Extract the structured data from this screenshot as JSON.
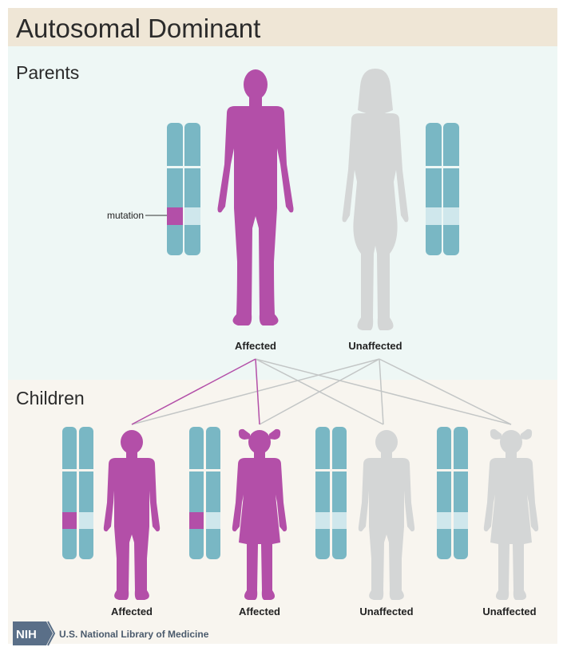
{
  "title": "Autosomal Dominant",
  "sections": {
    "parents": "Parents",
    "children": "Children"
  },
  "mutation_label": "mutation",
  "parents": [
    {
      "status": "Affected",
      "figure": "man",
      "has_mutation": true
    },
    {
      "status": "Unaffected",
      "figure": "woman",
      "has_mutation": false
    }
  ],
  "children": [
    {
      "status": "Affected",
      "figure": "boy",
      "has_mutation": true
    },
    {
      "status": "Affected",
      "figure": "girl",
      "has_mutation": true
    },
    {
      "status": "Unaffected",
      "figure": "boy",
      "has_mutation": false
    },
    {
      "status": "Unaffected",
      "figure": "girl",
      "has_mutation": false
    }
  ],
  "footer": {
    "logo": "NIH",
    "org": "U.S. National Library of Medicine"
  },
  "colors": {
    "title_band": "#efe6d6",
    "parents_bg": "#eef7f5",
    "children_bg": "#f8f5ef",
    "affected": "#b34fa8",
    "unaffected": "#d4d6d6",
    "chromosome": "#79b7c4",
    "chromosome_band": "#cfe7ec",
    "gray_line": "#c3c6c6"
  }
}
